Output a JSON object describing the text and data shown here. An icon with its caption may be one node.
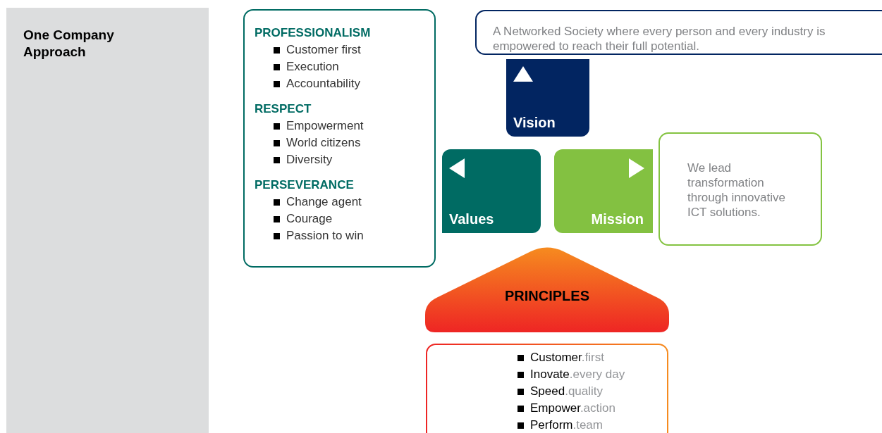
{
  "diagram": {
    "nodes": [
      {
        "text": [
          "One Company Approach"
        ]
      },
      {
        "text": [
          "PROFESSIONALISM",
          "Customer first",
          "Execution",
          "Accountability",
          "RESPECT",
          "Empowerment",
          "World citizens",
          "Diversity",
          "PERSEVERANCE",
          "Change agent",
          "Courage",
          "Passion to win"
        ]
      },
      {
        "text": [
          "A Networked Society where every person and every industry is empowered to reach their full potential."
        ]
      },
      {
        "text": [
          "Vision"
        ]
      },
      {
        "text": [
          "Values"
        ]
      },
      {
        "text": [
          "Mission"
        ]
      },
      {
        "text": [
          "We lead transformation through innovative ICT solutions."
        ]
      },
      {
        "text": [
          "PRINCIPLES"
        ]
      },
      {
        "text": [
          "Customer.first",
          "Inovate.every day",
          "Speed.quality",
          "Empower.action",
          "Perform.team"
        ]
      }
    ]
  }
}
